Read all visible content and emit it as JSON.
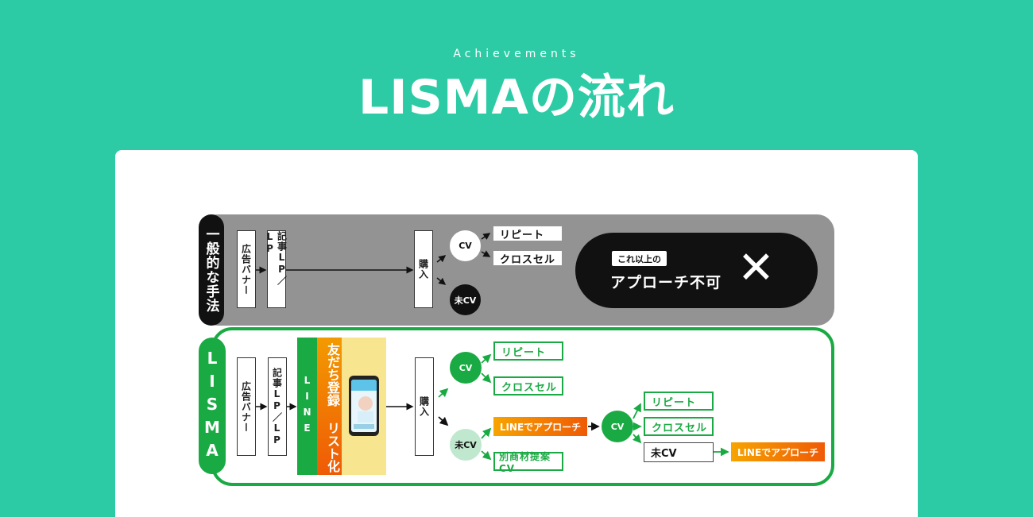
{
  "header": {
    "eyebrow": "Achievements",
    "title": "LISMAの流れ"
  },
  "general": {
    "tab_label": "一般的な手法",
    "ad_banner": "広告バナー",
    "article_lp": "記事LP／LP",
    "purchase": "購入",
    "cv": "CV",
    "not_cv": "未CV",
    "repeat": "リピート",
    "cross_sell": "クロスセル",
    "no_more": "これ以上の",
    "approach_impossible": "アプローチ不可",
    "cross_mark": "✕"
  },
  "lisma": {
    "tab_label": "LISMA",
    "ad_banner": "広告バナー",
    "article_lp": "記事LP／LP",
    "line": "LINE",
    "friend_list": "友だち登録 リスト化",
    "purchase": "購入",
    "cv": "CV",
    "not_cv": "未CV",
    "repeat": "リピート",
    "cross_sell": "クロスセル",
    "line_approach": "LINEでアプローチ",
    "alt_product_cv": "別商材提案CV",
    "cv2": "CV",
    "repeat2": "リピート",
    "cross_sell2": "クロスセル",
    "not_cv2": "未CV",
    "line_approach2": "LINEでアプローチ"
  },
  "colors": {
    "background": "#2ccba5",
    "green": "#1aaa43",
    "gray": "#939393",
    "orange": "#ef5a06"
  }
}
